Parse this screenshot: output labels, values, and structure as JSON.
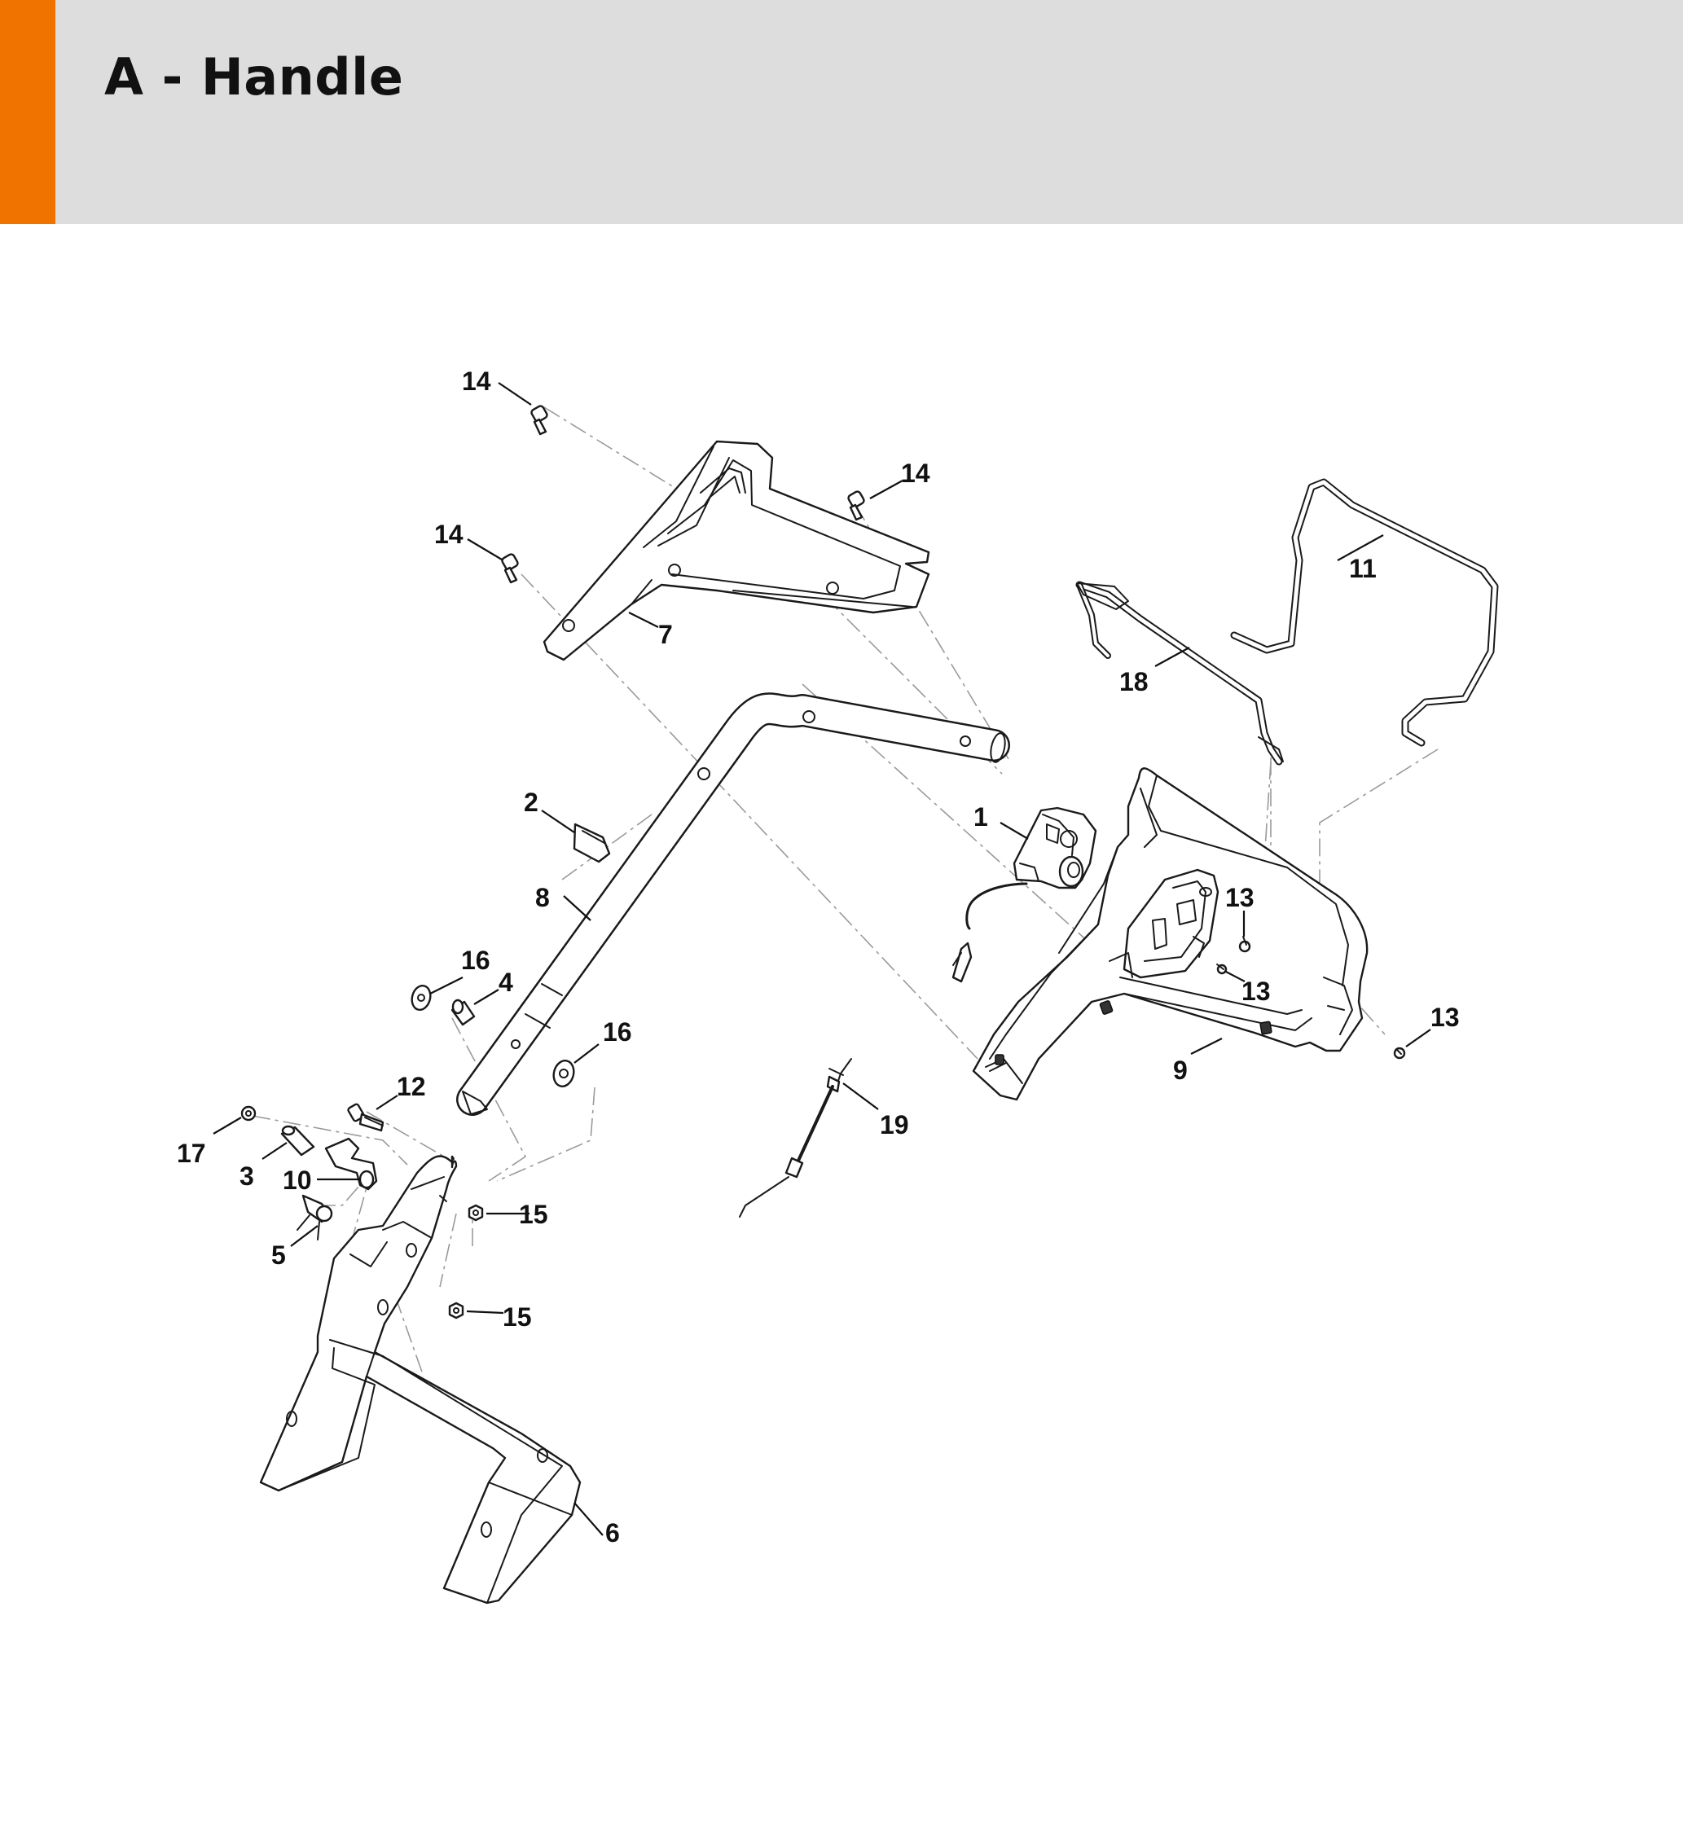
{
  "page": {
    "title": "A - Handle",
    "accent_color": "#f07300",
    "header_color": "#dcdddc"
  },
  "callouts": [
    {
      "id": "c1",
      "label": "1"
    },
    {
      "id": "c2",
      "label": "2"
    },
    {
      "id": "c3",
      "label": "3"
    },
    {
      "id": "c4",
      "label": "4"
    },
    {
      "id": "c5",
      "label": "5"
    },
    {
      "id": "c6",
      "label": "6"
    },
    {
      "id": "c7",
      "label": "7"
    },
    {
      "id": "c8",
      "label": "8"
    },
    {
      "id": "c9",
      "label": "9"
    },
    {
      "id": "c10",
      "label": "10"
    },
    {
      "id": "c11",
      "label": "11"
    },
    {
      "id": "c12",
      "label": "12"
    },
    {
      "id": "c13a",
      "label": "13"
    },
    {
      "id": "c13b",
      "label": "13"
    },
    {
      "id": "c13c",
      "label": "13"
    },
    {
      "id": "c14a",
      "label": "14"
    },
    {
      "id": "c14b",
      "label": "14"
    },
    {
      "id": "c14c",
      "label": "14"
    },
    {
      "id": "c15a",
      "label": "15"
    },
    {
      "id": "c15b",
      "label": "15"
    },
    {
      "id": "c16a",
      "label": "16"
    },
    {
      "id": "c16b",
      "label": "16"
    },
    {
      "id": "c17",
      "label": "17"
    },
    {
      "id": "c18",
      "label": "18"
    },
    {
      "id": "c19",
      "label": "19"
    }
  ]
}
